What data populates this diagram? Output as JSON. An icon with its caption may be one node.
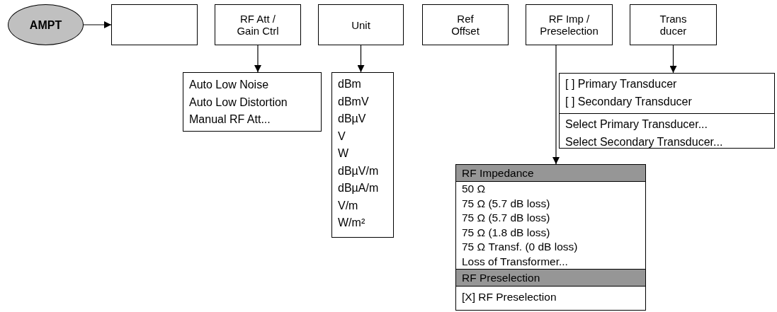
{
  "diagram": {
    "nodes": [
      {
        "text": [
          "AMPT"
        ]
      },
      {
        "text": [],
        "shape": "box"
      },
      {
        "text": [
          "RF Att / Gain Ctrl"
        ]
      },
      {
        "text": [
          "Unit"
        ]
      },
      {
        "text": [
          "Ref Offset"
        ]
      },
      {
        "text": [
          "RF Imp / Preselection"
        ]
      },
      {
        "text": [
          "Trans ducer"
        ]
      },
      {
        "text": [
          "Auto Low Noise",
          "Auto Low Distortion",
          "Manual RF Att..."
        ]
      },
      {
        "text": [
          "dBm",
          "dBmV",
          "dBµV",
          "V",
          "W",
          "dBµV/m",
          "dBµA/m",
          "V/m",
          "W/m²"
        ]
      },
      {
        "text": [
          "[  ] Primary Transducer",
          "[  ] Secondary Transducer",
          "Select Primary Transducer...",
          "Select Secondary Transducer..."
        ]
      },
      {
        "text": [
          "RF Impedance",
          "50 Ω",
          "75 Ω (5.7 dB loss)",
          "75 Ω (5.7 dB loss)",
          "75 Ω (1.8 dB loss)",
          "75 Ω Transf. (0 dB loss)",
          "Loss of Transformer...",
          "RF Preselection",
          "[X] RF Preselection"
        ]
      }
    ],
    "edges": [
      {
        "from": 0,
        "to": 1,
        "arrow": "to"
      },
      {
        "from": 2,
        "to": 7,
        "arrow": "to"
      },
      {
        "from": 3,
        "to": 8,
        "arrow": "to"
      },
      {
        "from": 5,
        "to": 10,
        "arrow": "to"
      },
      {
        "from": 6,
        "to": 9,
        "arrow": "to"
      }
    ]
  }
}
